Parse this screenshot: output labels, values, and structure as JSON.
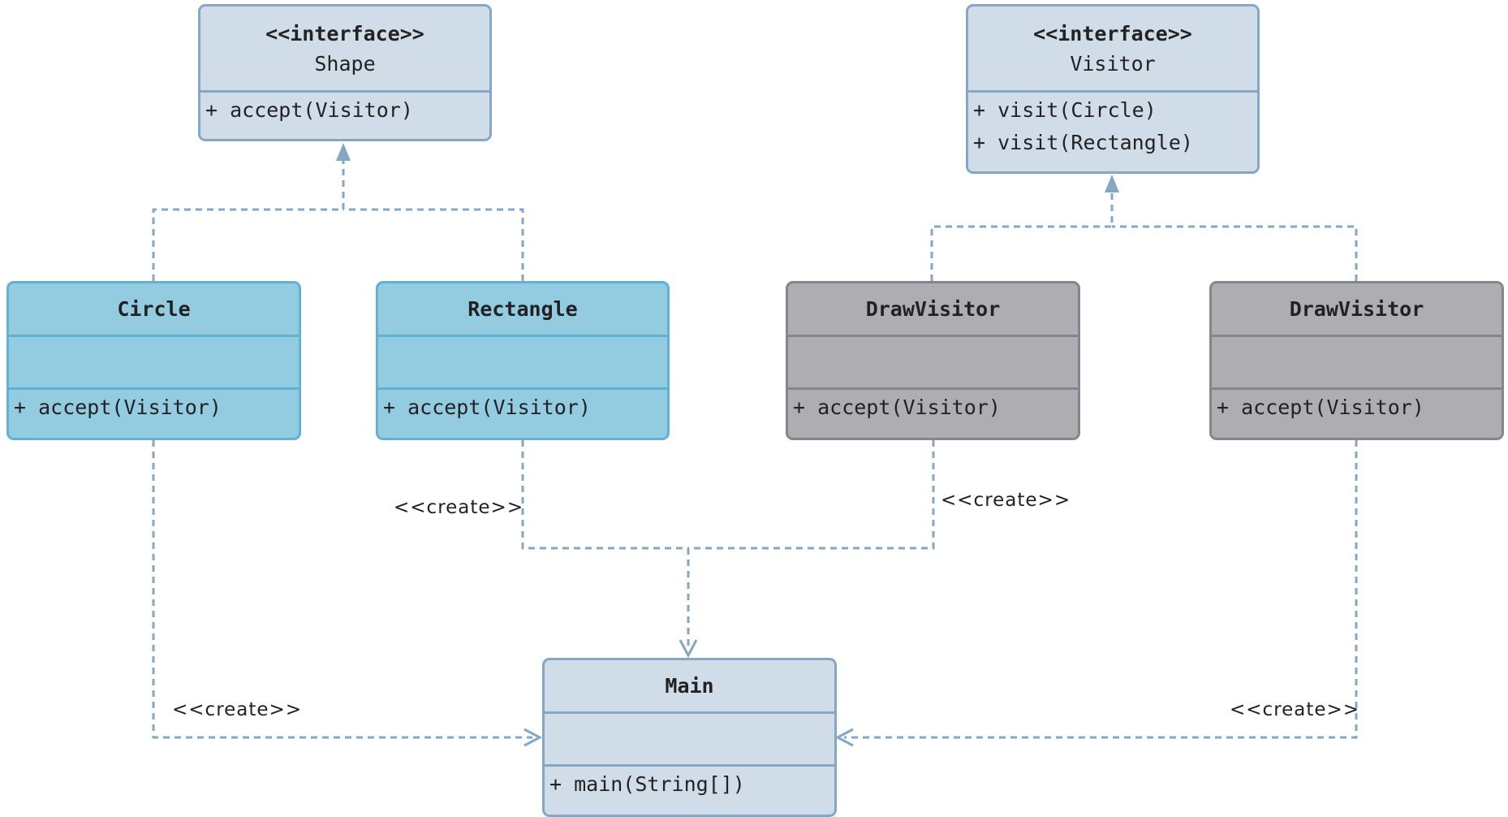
{
  "classes": {
    "shape": {
      "stereotype": "<<interface>>",
      "name": "Shape",
      "operations": [
        "+ accept(Visitor)"
      ]
    },
    "visitor": {
      "stereotype": "<<interface>>",
      "name": "Visitor",
      "operations": [
        "+ visit(Circle)",
        "+ visit(Rectangle)"
      ]
    },
    "circle": {
      "name": "Circle",
      "operations": [
        "+ accept(Visitor)"
      ]
    },
    "rectangle": {
      "name": "Rectangle",
      "operations": [
        "+ accept(Visitor)"
      ]
    },
    "drawVisitor1": {
      "name": "DrawVisitor",
      "operations": [
        "+ accept(Visitor)"
      ]
    },
    "drawVisitor2": {
      "name": "DrawVisitor",
      "operations": [
        "+ accept(Visitor)"
      ]
    },
    "main": {
      "name": "Main",
      "operations": [
        "+ main(String[])"
      ]
    }
  },
  "edge_labels": {
    "rectangle_create": "<<create>>",
    "drawvisitor1_create": "<<create>>",
    "circle_create": "<<create>>",
    "drawvisitor2_create": "<<create>>"
  },
  "colors": {
    "interface_fill": "#d0dde8",
    "interface_border": "#86a7c3",
    "concrete_fill": "#93cbe0",
    "concrete_border": "#5fb2d2",
    "visitor_impl_fill": "#aeadb2",
    "visitor_impl_border": "#86858b",
    "connector": "#86a7c3"
  }
}
